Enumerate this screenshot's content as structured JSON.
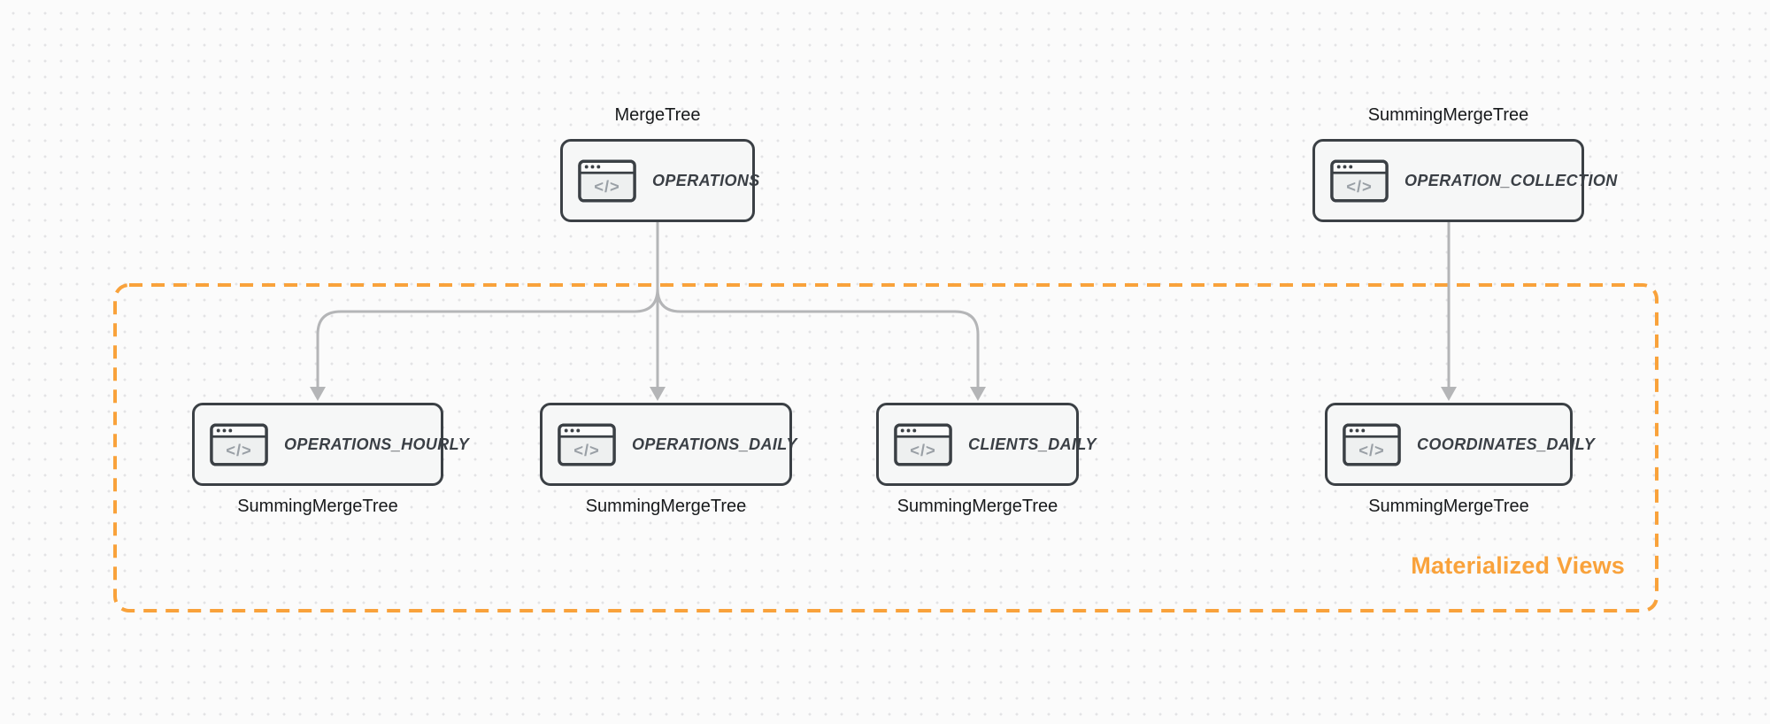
{
  "diagram": {
    "group_label": "Materialized Views",
    "icon_glyph": "</>",
    "sources": [
      {
        "engine_label": "MergeTree",
        "table": "OPERATIONS"
      },
      {
        "engine_label": "SummingMergeTree",
        "table": "OPERATION_COLLECTION"
      }
    ],
    "materialized_views": [
      {
        "table": "OPERATIONS_HOURLY",
        "engine_label": "SummingMergeTree"
      },
      {
        "table": "OPERATIONS_DAILY",
        "engine_label": "SummingMergeTree"
      },
      {
        "table": "CLIENTS_DAILY",
        "engine_label": "SummingMergeTree"
      },
      {
        "table": "COORDINATES_DAILY",
        "engine_label": "SummingMergeTree"
      }
    ],
    "edges": [
      {
        "from": "OPERATIONS",
        "to": "OPERATIONS_HOURLY"
      },
      {
        "from": "OPERATIONS",
        "to": "OPERATIONS_DAILY"
      },
      {
        "from": "OPERATIONS",
        "to": "CLIENTS_DAILY"
      },
      {
        "from": "OPERATION_COLLECTION",
        "to": "COORDINATES_DAILY"
      }
    ],
    "colors": {
      "group_accent": "#f9a23b",
      "connector": "#b4b5b7",
      "node_border": "#3b4045",
      "node_fill": "#f6f7f7",
      "node_text": "#3a3f45",
      "label_text": "#17191b",
      "background": "#fbfbfb",
      "grid_dot": "#e3e3e5"
    }
  }
}
